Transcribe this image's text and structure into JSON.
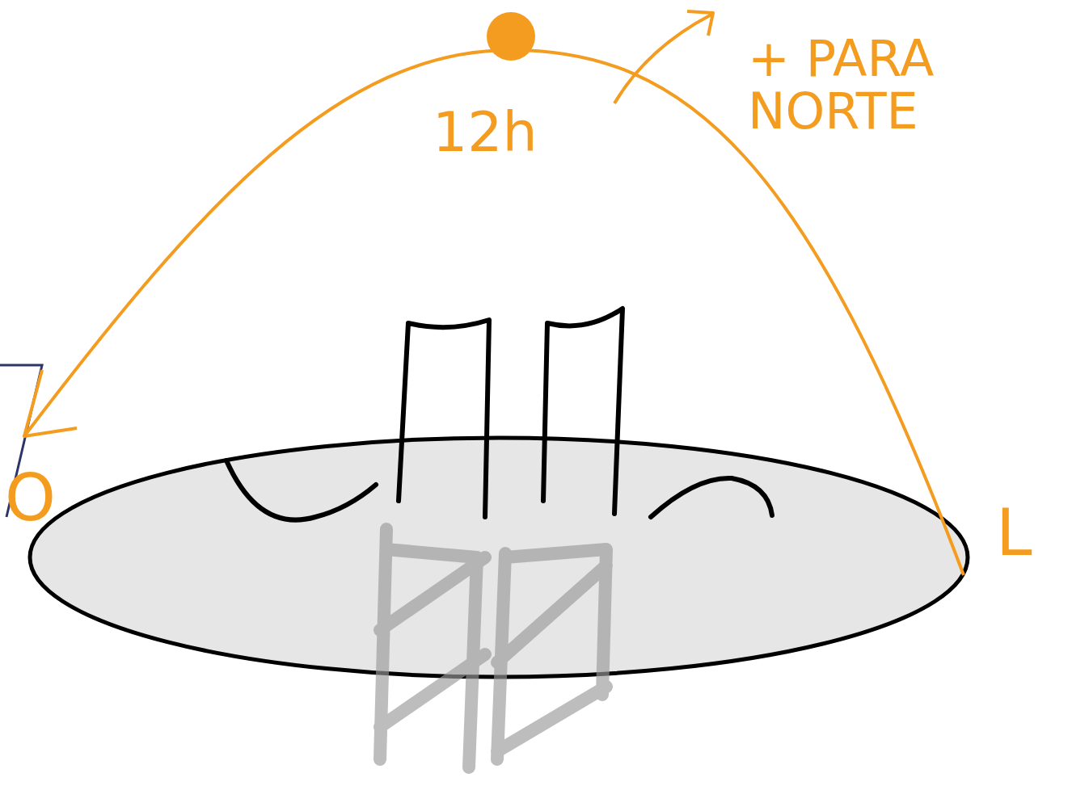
{
  "diagram": {
    "labels": [
      "12h",
      "+ PARA NORTE",
      "O",
      "L"
    ]
  }
}
